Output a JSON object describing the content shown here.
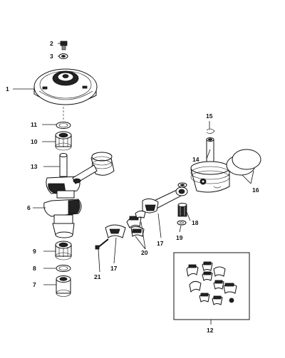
{
  "diagram": {
    "callouts": [
      {
        "id": "c1",
        "label": "1"
      },
      {
        "id": "c2",
        "label": "2"
      },
      {
        "id": "c3",
        "label": "3"
      },
      {
        "id": "c6",
        "label": "6"
      },
      {
        "id": "c7",
        "label": "7"
      },
      {
        "id": "c8",
        "label": "8"
      },
      {
        "id": "c9",
        "label": "9"
      },
      {
        "id": "c10",
        "label": "10"
      },
      {
        "id": "c11",
        "label": "11"
      },
      {
        "id": "c12",
        "label": "12"
      },
      {
        "id": "c13",
        "label": "13"
      },
      {
        "id": "c14",
        "label": "14"
      },
      {
        "id": "c15",
        "label": "15"
      },
      {
        "id": "c16",
        "label": "16"
      },
      {
        "id": "c17a",
        "label": "17"
      },
      {
        "id": "c17b",
        "label": "17"
      },
      {
        "id": "c18",
        "label": "18"
      },
      {
        "id": "c19",
        "label": "19"
      },
      {
        "id": "c20",
        "label": "20"
      },
      {
        "id": "c21",
        "label": "21"
      }
    ]
  }
}
